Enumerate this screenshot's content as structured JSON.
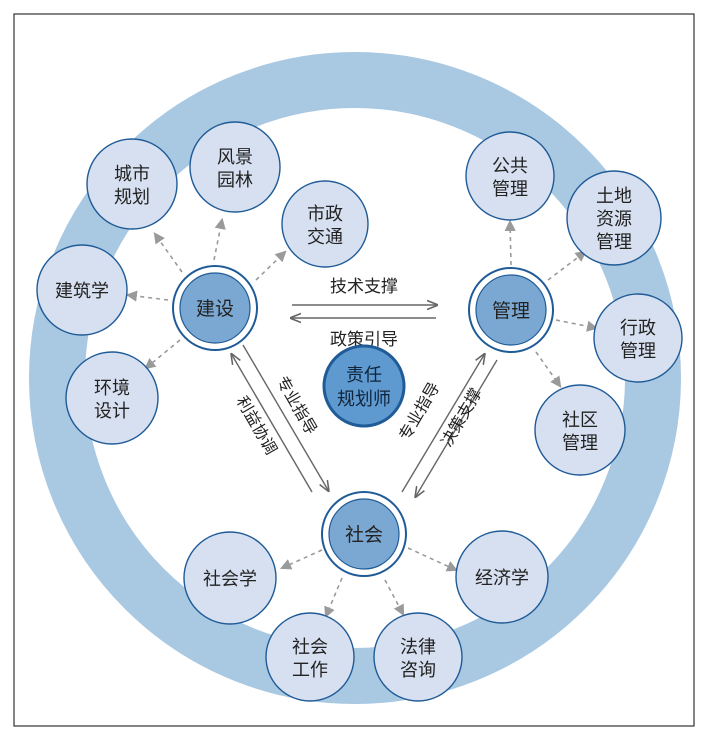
{
  "colors": {
    "ring": "#a9c8e2",
    "node_fill": "#d7e0f0",
    "node_stroke": "#1f5b97",
    "hub_fill": "#7aa8d2",
    "hub_stroke": "#1f5b97",
    "center_fill": "#5e99cf",
    "center_stroke": "#1f5b97",
    "arrow": "#9a9a9a",
    "border": "#333333"
  },
  "center": {
    "line1": "责任",
    "line2": "规划师"
  },
  "hubs": {
    "build": {
      "label": "建设"
    },
    "manage": {
      "label": "管理"
    },
    "society": {
      "label": "社会"
    }
  },
  "satellites": [
    {
      "key": "urban_planning",
      "line1": "城市",
      "line2": "规划"
    },
    {
      "key": "landscape",
      "line1": "风景",
      "line2": "园林"
    },
    {
      "key": "municipal_transport",
      "line1": "市政",
      "line2": "交通"
    },
    {
      "key": "architecture",
      "line1": "建筑学",
      "line2": ""
    },
    {
      "key": "env_design",
      "line1": "环境",
      "line2": "设计"
    },
    {
      "key": "public_mgmt",
      "line1": "公共",
      "line2": "管理"
    },
    {
      "key": "land_resource_mgmt",
      "line1": "土地",
      "line2": "资源",
      "line3": "管理"
    },
    {
      "key": "admin_mgmt",
      "line1": "行政",
      "line2": "管理"
    },
    {
      "key": "community_mgmt",
      "line1": "社区",
      "line2": "管理"
    },
    {
      "key": "sociology",
      "line1": "社会学",
      "line2": ""
    },
    {
      "key": "economics",
      "line1": "经济学",
      "line2": ""
    },
    {
      "key": "social_work",
      "line1": "社会",
      "line2": "工作"
    },
    {
      "key": "legal_consult",
      "line1": "法律",
      "line2": "咨询"
    }
  ],
  "relations": {
    "tech_support": "技术支撑",
    "policy_guidance": "政策引导",
    "prof_guidance_left": "专业指导",
    "interest_coord": "利益协调",
    "prof_guidance_right": "专业指导",
    "decision_support": "决策支撑"
  }
}
